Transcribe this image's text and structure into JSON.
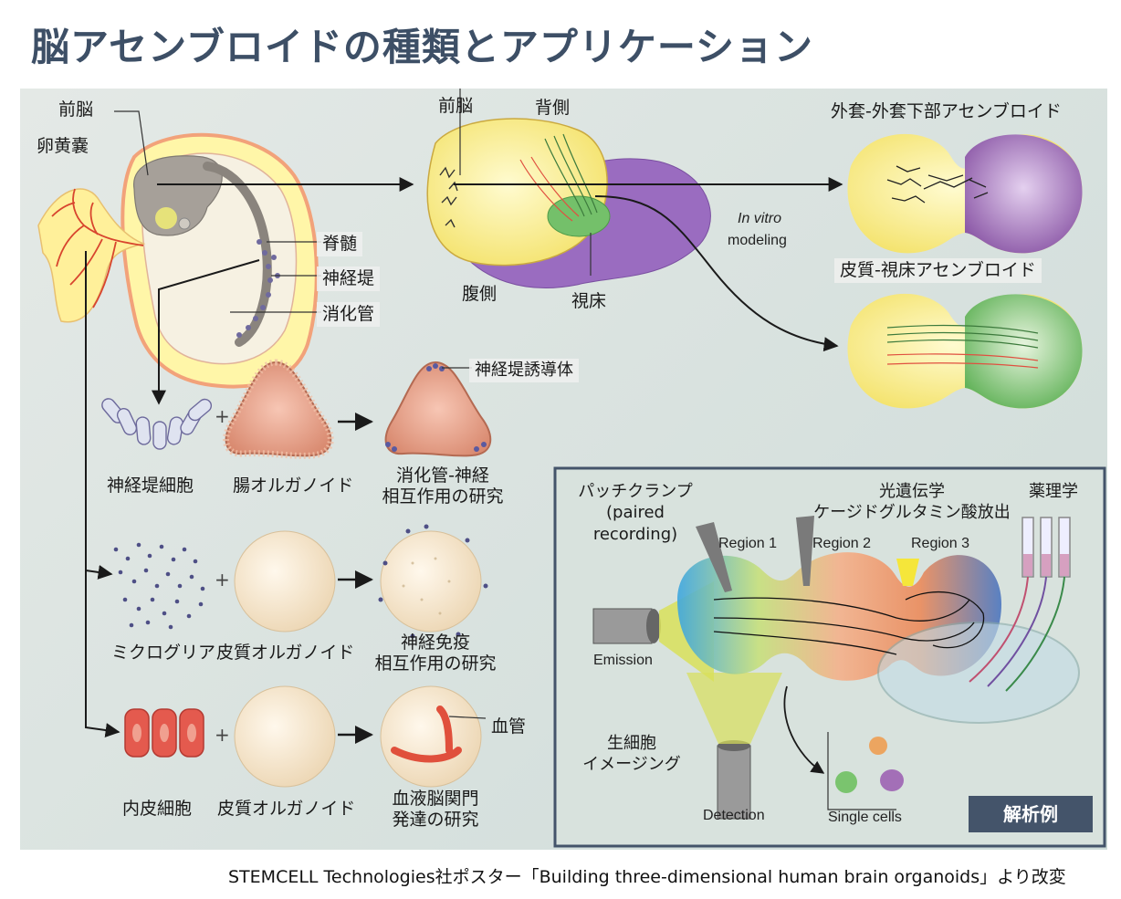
{
  "title": "脳アセンブロイドの種類とアプリケーション",
  "footer": "STEMCELL Technologies社ポスター「Building three-dimensional human brain organoids」より改変",
  "embryo": {
    "forebrain": "前脳",
    "yolk_sac": "卵黄嚢",
    "spinal_cord": "脊髄",
    "neural_crest": "神経堤",
    "gut": "消化管"
  },
  "brain": {
    "forebrain": "前脳",
    "dorsal": "背側",
    "ventral": "腹側",
    "thalamus": "視床",
    "in_vitro": "In vitro",
    "modeling": "modeling"
  },
  "assembloids": {
    "pallial_subpallial": "外套-外套下部アセンブロイド",
    "cortico_thalamic": "皮質-視床アセンブロイド"
  },
  "rows": {
    "neural_crest_inducer": "神経堤誘導体",
    "row1": {
      "a": "神経堤細胞",
      "b": "腸オルガノイド",
      "c1": "消化管-神経",
      "c2": "相互作用の研究"
    },
    "row2": {
      "a": "ミクログリア",
      "b": "皮質オルガノイド",
      "c1": "神経免疫",
      "c2": "相互作用の研究"
    },
    "row3": {
      "a": "内皮細胞",
      "b": "皮質オルガノイド",
      "c1": "血液脳関門",
      "c2": "発達の研究",
      "vessel": "血管"
    }
  },
  "analysis": {
    "badge": "解析例",
    "patch_clamp": "パッチクランプ",
    "paired": "(paired",
    "recording": "recording)",
    "optogenetics": "光遺伝学",
    "caged": "ケージドグルタミン酸放出",
    "pharmacology": "薬理学",
    "region1": "Region 1",
    "region2": "Region 2",
    "region3": "Region 3",
    "emission": "Emission",
    "detection": "Detection",
    "single_cells": "Single cells",
    "live_imaging1": "生細胞",
    "live_imaging2": "イメージング"
  },
  "colors": {
    "title": "#3d4f66",
    "badge_bg": "#44546a",
    "inset_border": "#44546a"
  }
}
